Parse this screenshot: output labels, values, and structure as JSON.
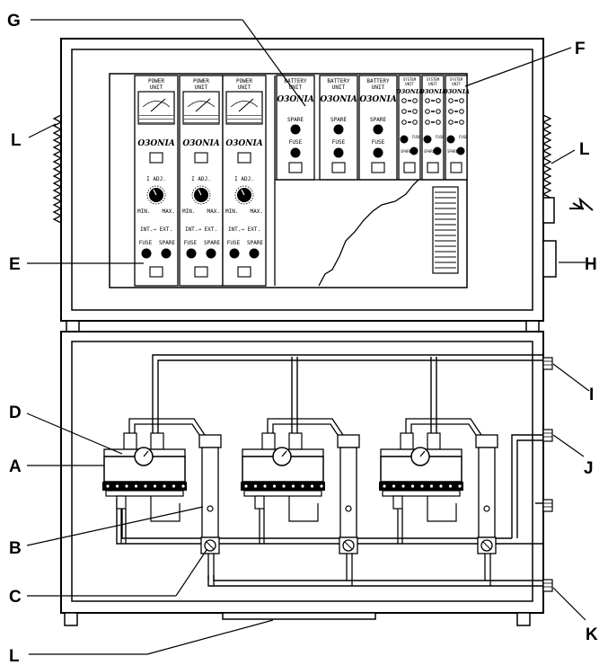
{
  "callouts": {
    "A": "A",
    "B": "B",
    "C": "C",
    "D": "D",
    "E": "E",
    "F": "F",
    "G": "G",
    "H": "H",
    "I": "I",
    "J": "J",
    "K": "K",
    "L1": "L",
    "L2": "L",
    "L3": "L"
  },
  "power_units": {
    "title_line1": "POWER",
    "title_line2": "UNIT",
    "brand": "O3ONIA",
    "adj_label": "I ADJ.",
    "min_label": "MIN.",
    "max_label": "MAX.",
    "int_ext_label": "INT.→ EXT.",
    "fuse_label": "FUSE",
    "spare_label": "SPARE"
  },
  "battery_units": {
    "title_line1": "BATTERY",
    "title_line2": "UNIT",
    "brand": "O3ONIA",
    "spare_label": "SPARE",
    "fuse_label": "FUSE"
  },
  "system_units": {
    "title_line1": "SYSTEM",
    "title_line2": "UNIT",
    "brand": "O3ONIA",
    "fuse_label": "FUSE",
    "spare_label": "SPARE"
  }
}
